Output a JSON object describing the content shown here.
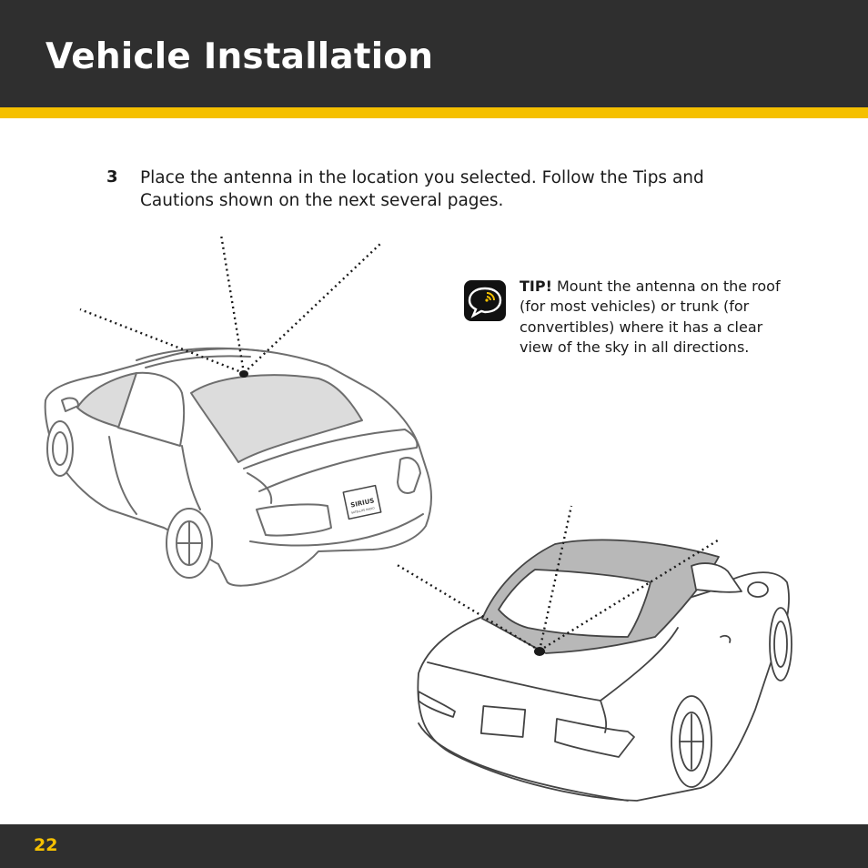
{
  "header": {
    "title": "Vehicle Installation"
  },
  "step": {
    "number": "3",
    "text": "Place the antenna in the location you selected. Follow the Tips and Cautions shown on the next several pages."
  },
  "tip": {
    "icon": "speech-bubble-icon",
    "label": "TIP!",
    "text": "Mount the antenna on the roof (for most vehicles) or trunk (for convertibles) where it has a clear view of the sky in all directions."
  },
  "illustration": {
    "sedan_plate": "SIRIUS",
    "sedan_plate_sub": "SATELLITE RADIO"
  },
  "footer": {
    "page_number": "22"
  },
  "colors": {
    "header_bg": "#2f2f2f",
    "accent": "#f5c000",
    "text": "#1a1a1a",
    "car_outline": "#6e6e6e",
    "convertible_top": "#b8b8b8"
  }
}
